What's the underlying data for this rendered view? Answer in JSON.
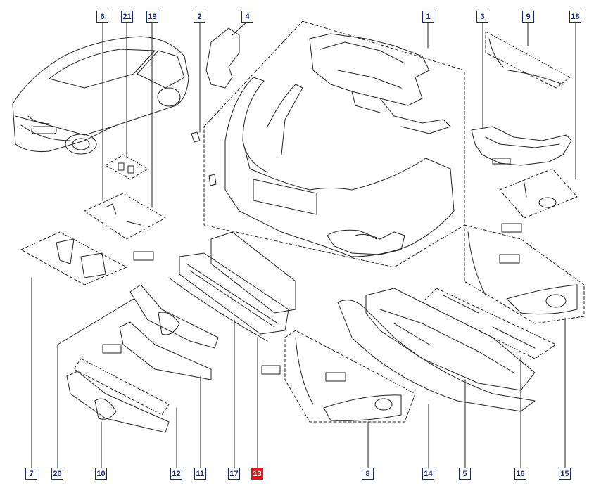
{
  "diagram": {
    "callouts": [
      {
        "id": "c1",
        "label": "1"
      },
      {
        "id": "c2",
        "label": "2"
      },
      {
        "id": "c3",
        "label": "3"
      },
      {
        "id": "c4",
        "label": "4"
      },
      {
        "id": "c5",
        "label": "5"
      },
      {
        "id": "c6",
        "label": "6"
      },
      {
        "id": "c7",
        "label": "7"
      },
      {
        "id": "c8",
        "label": "8"
      },
      {
        "id": "c9",
        "label": "9"
      },
      {
        "id": "c10",
        "label": "10"
      },
      {
        "id": "c11",
        "label": "11"
      },
      {
        "id": "c12",
        "label": "12"
      },
      {
        "id": "c13",
        "label": "13",
        "highlighted": true
      },
      {
        "id": "c14",
        "label": "14"
      },
      {
        "id": "c15",
        "label": "15"
      },
      {
        "id": "c16",
        "label": "16"
      },
      {
        "id": "c17",
        "label": "17"
      },
      {
        "id": "c18",
        "label": "18"
      },
      {
        "id": "c19",
        "label": "19"
      },
      {
        "id": "c20",
        "label": "20"
      },
      {
        "id": "c21",
        "label": "21"
      }
    ],
    "colors": {
      "callout_border": "#1a2a6c",
      "callout_text": "#1a2a6c",
      "highlight": "#e8111b",
      "line_art": "#222222"
    }
  }
}
